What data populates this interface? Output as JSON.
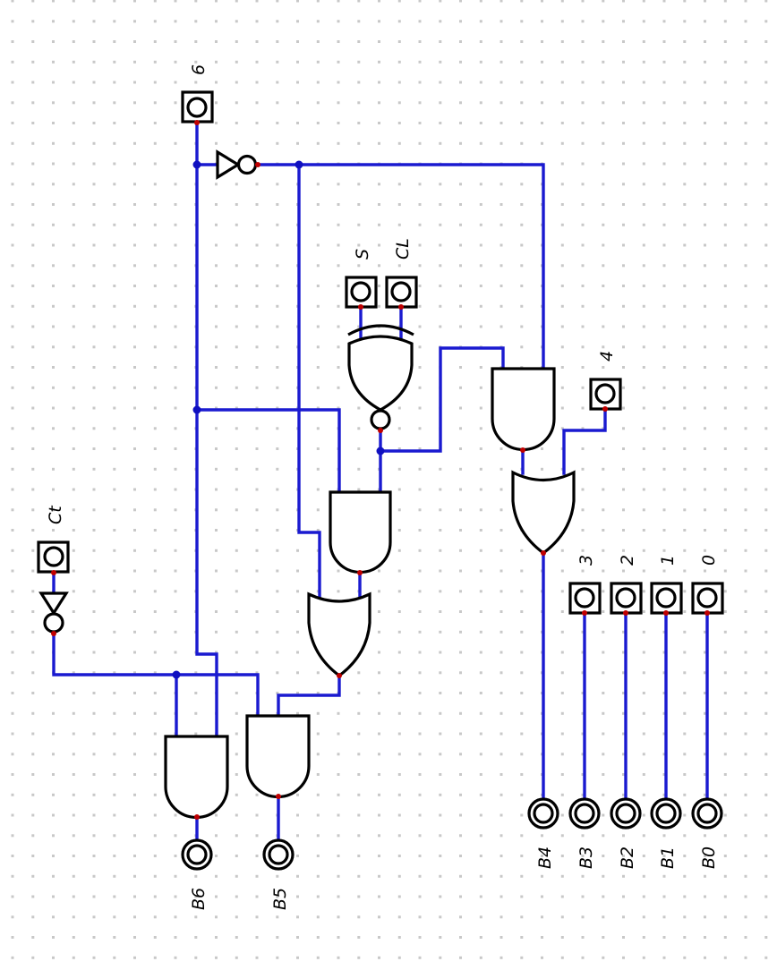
{
  "app": "logic-circuit-editor",
  "canvas": {
    "grid": "dotted",
    "colors": {
      "wire": "#1a1ad0",
      "gate_stroke": "#000000",
      "endpoint": "#c00000",
      "junction": "#1010c0",
      "grid_dot": "#c8c8c8",
      "background": "#ffffff"
    }
  },
  "inputs": {
    "pin6": {
      "label": "6"
    },
    "pinS": {
      "label": "S"
    },
    "pinCL": {
      "label": "CL"
    },
    "pin4": {
      "label": "4"
    },
    "pinCt": {
      "label": "Ct"
    },
    "pin3": {
      "label": "3"
    },
    "pin2": {
      "label": "2"
    },
    "pin1": {
      "label": "1"
    },
    "pin0": {
      "label": "0"
    }
  },
  "outputs": {
    "B6": {
      "label": "B6"
    },
    "B5": {
      "label": "B5"
    },
    "B4": {
      "label": "B4"
    },
    "B3": {
      "label": "B3"
    },
    "B2": {
      "label": "B2"
    },
    "B1": {
      "label": "B1"
    },
    "B0": {
      "label": "B0"
    }
  },
  "gates": [
    {
      "id": "not-6",
      "type": "NOT"
    },
    {
      "id": "not-ct",
      "type": "NOT"
    },
    {
      "id": "xnor-s-cl",
      "type": "XNOR"
    },
    {
      "id": "and-top-right",
      "type": "AND"
    },
    {
      "id": "or-right",
      "type": "OR"
    },
    {
      "id": "and-middle",
      "type": "AND"
    },
    {
      "id": "or-middle",
      "type": "OR"
    },
    {
      "id": "and-b5",
      "type": "AND"
    },
    {
      "id": "and-b6",
      "type": "AND"
    }
  ]
}
